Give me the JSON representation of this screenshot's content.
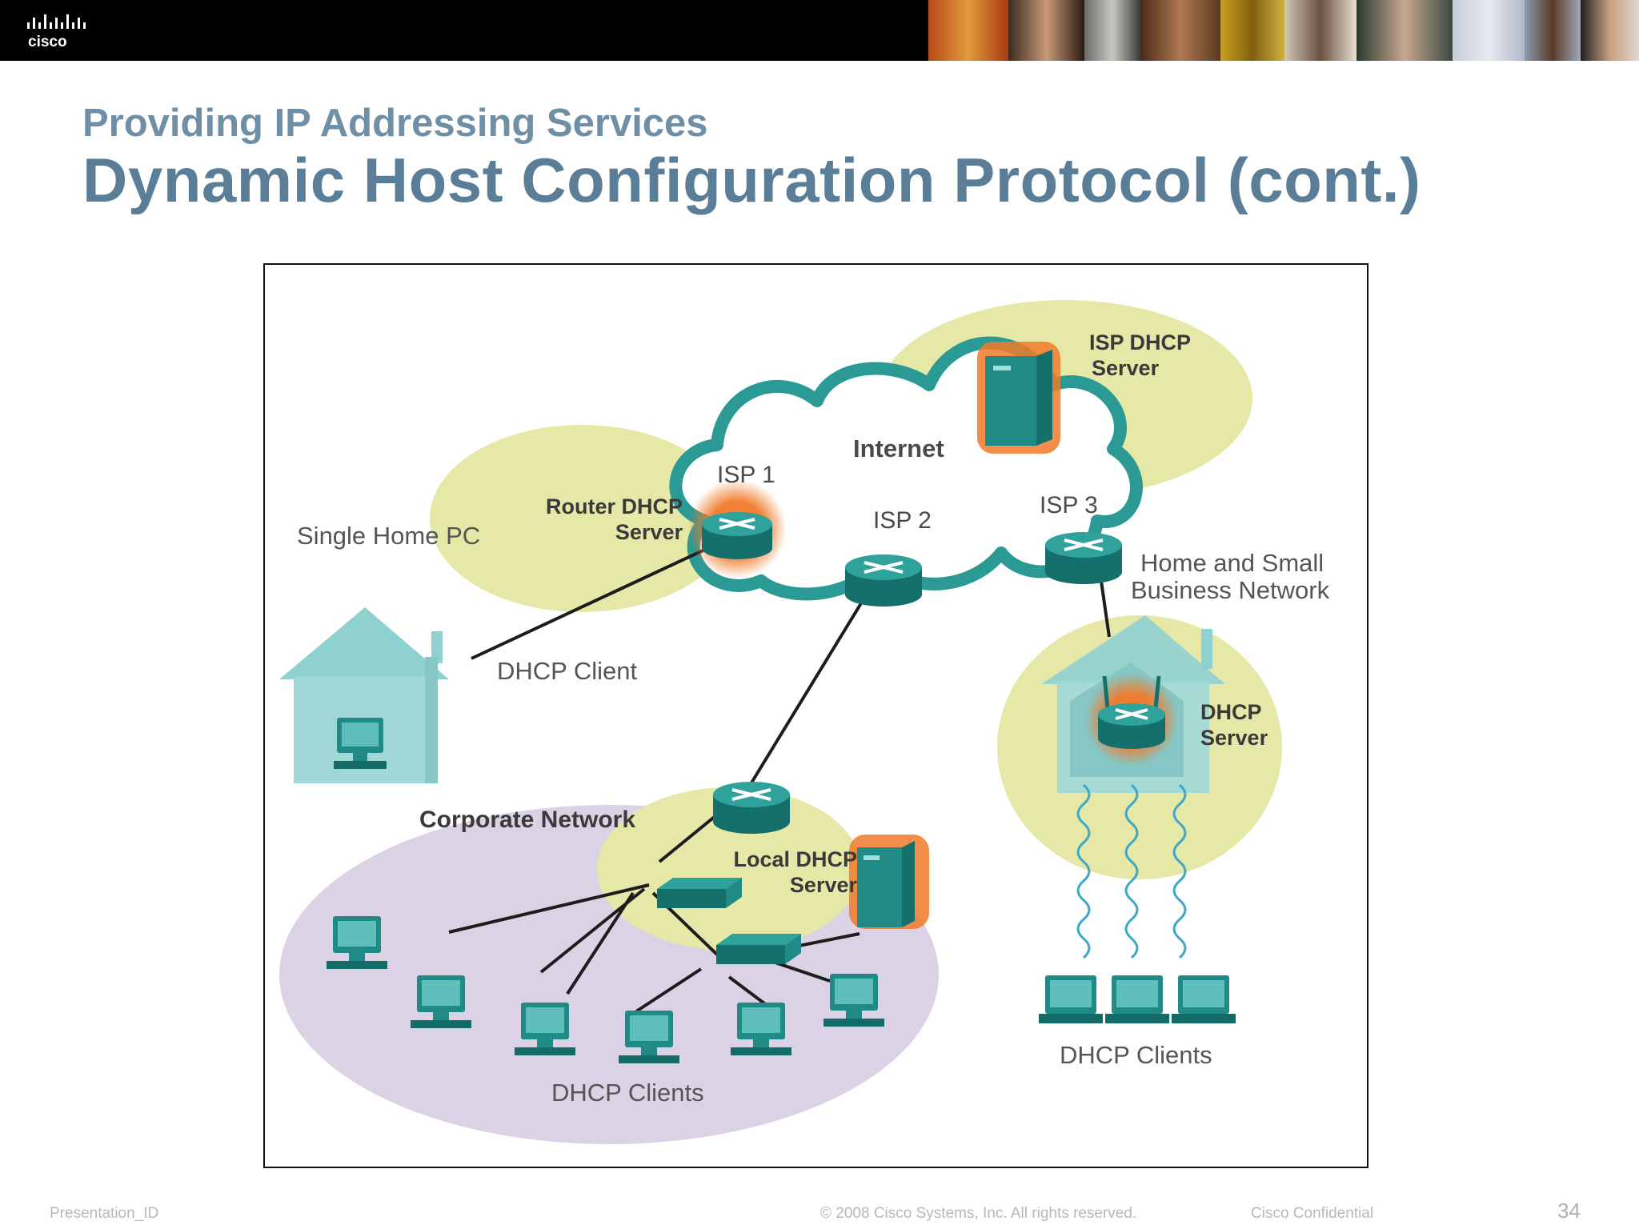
{
  "header": {
    "logo_text": "cisco",
    "subtitle": "Providing IP Addressing Services",
    "title": "Dynamic Host Configuration Protocol (cont.)"
  },
  "diagram": {
    "cloud_label": "Internet",
    "isp1": "ISP 1",
    "isp2": "ISP 2",
    "isp3": "ISP 3",
    "isp_dhcp_line1": "ISP DHCP",
    "isp_dhcp_line2": "Server",
    "router_dhcp_line1": "Router DHCP",
    "router_dhcp_line2": "Server",
    "single_home_pc": "Single Home PC",
    "dhcp_client": "DHCP Client",
    "home_small_line1": "Home and Small",
    "home_small_line2": "Business Network",
    "home_dhcp_line1": "DHCP",
    "home_dhcp_line2": "Server",
    "home_clients": "DHCP Clients",
    "corporate_network": "Corporate Network",
    "local_dhcp_line1": "Local DHCP",
    "local_dhcp_line2": "Server",
    "corporate_clients": "DHCP Clients"
  },
  "footer": {
    "presentation_id": "Presentation_ID",
    "copyright": "© 2008 Cisco Systems, Inc. All rights reserved.",
    "confidential": "Cisco Confidential",
    "page_number": "34"
  },
  "colors": {
    "teal": "#1f8a86",
    "teal_dark": "#136b68",
    "yellow_zone": "#e6e8a8",
    "purple_zone": "#dcd2e6",
    "glow": "#f07a2a",
    "title_blue": "#5b7e98"
  }
}
